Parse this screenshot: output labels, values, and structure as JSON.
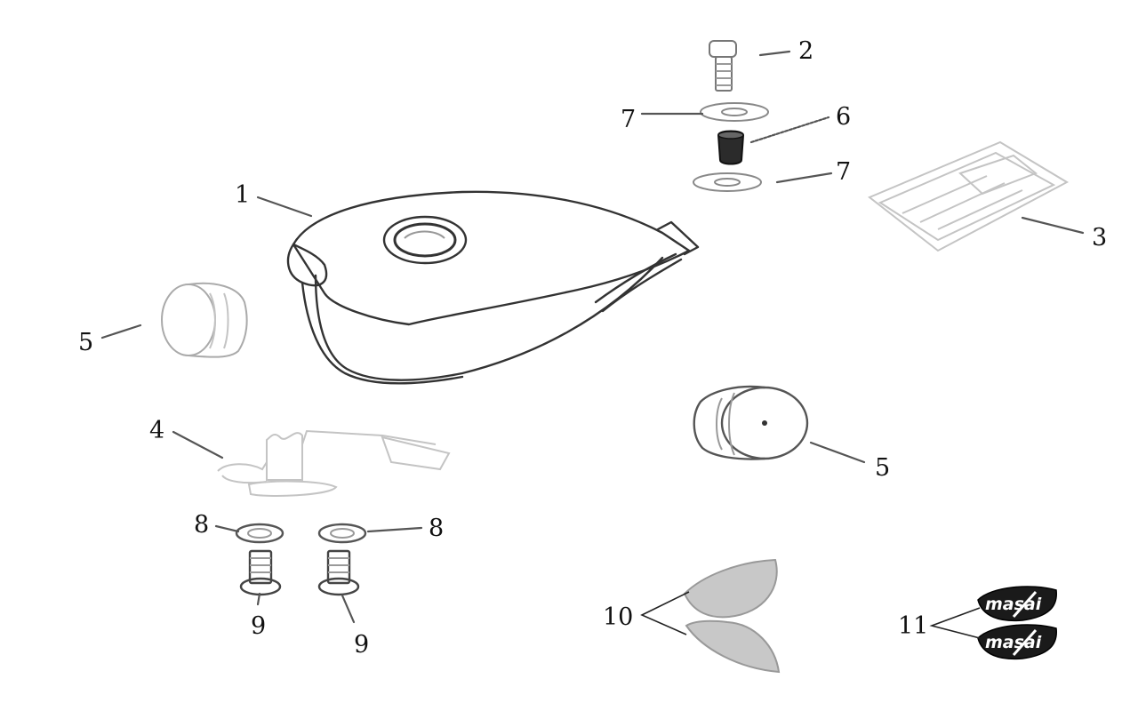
{
  "callouts": {
    "c1": "1",
    "c2": "2",
    "c3": "3",
    "c4": "4",
    "c5a": "5",
    "c5b": "5",
    "c6": "6",
    "c7a": "7",
    "c7b": "7",
    "c8a": "8",
    "c8b": "8",
    "c9a": "9",
    "c9b": "9",
    "c10": "10",
    "c11": "11"
  },
  "emblems": {
    "logo_top": "masai",
    "logo_bottom": "masai"
  },
  "colors": {
    "line": "#333333",
    "decal_fill": "#c8c8c8",
    "emblem_fill": "#1a1a1a"
  },
  "parts": {
    "p1": "fuel-tank-icon",
    "p2": "bolt-icon",
    "p3": "bracket-plate-icon",
    "p4": "fuel-sender-icon",
    "p5": "knee-pad-icon",
    "p6": "rubber-bushing-icon",
    "p7": "washer-icon",
    "p8": "washer-icon",
    "p9": "screw-icon",
    "p10": "tank-decal-icon",
    "p11": "logo-emblem-icon"
  }
}
